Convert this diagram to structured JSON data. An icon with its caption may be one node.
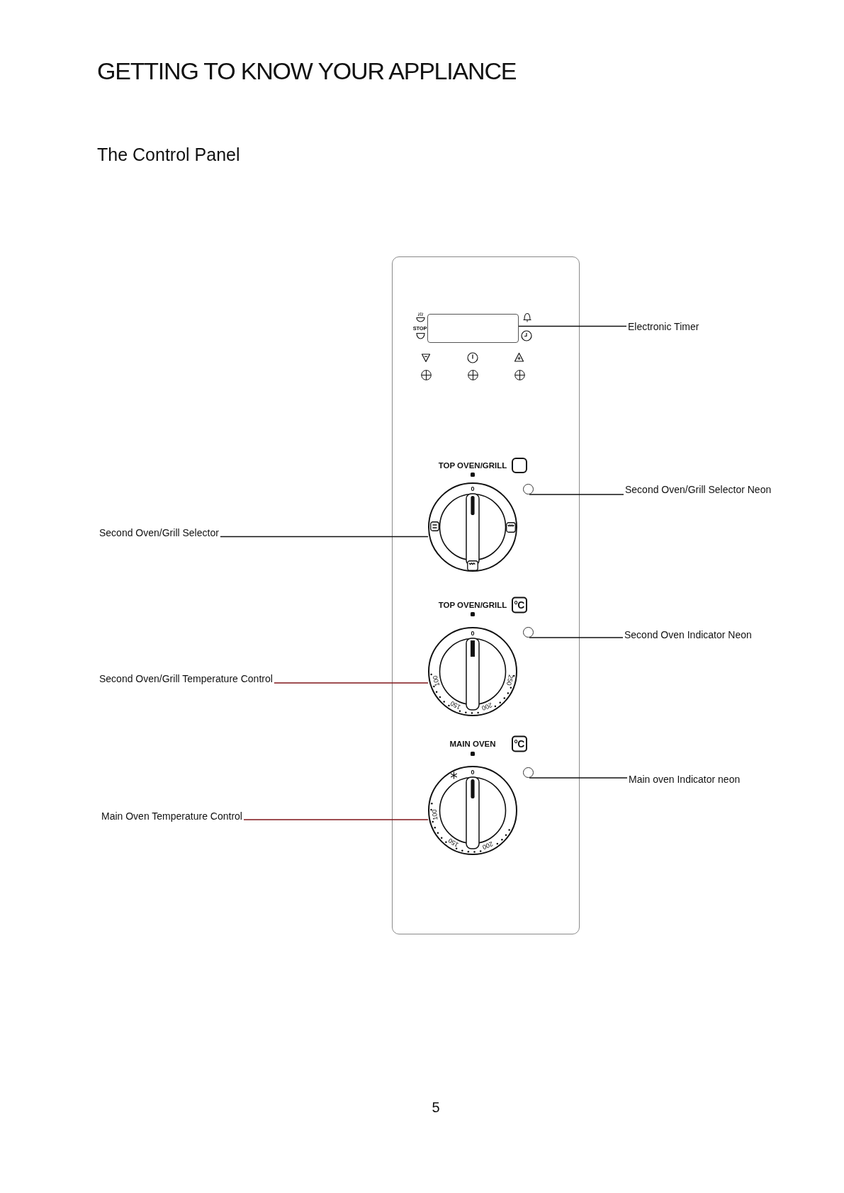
{
  "diagram": {
    "title": "GETTING TO KNOW YOUR APPLIANCE",
    "nodes": [
      {
        "text": [
          "Electronic Timer"
        ]
      },
      {
        "text": [],
        "shape": "box"
      },
      {
        "text": [
          "Second Oven/Grill Selector Neon"
        ]
      },
      {
        "text": [],
        "shape": "circle"
      },
      {
        "text": [
          "Second Oven/Grill Selector"
        ]
      },
      {
        "text": [],
        "shape": "circle"
      },
      {
        "text": [
          "Second Oven Indicator Neon"
        ]
      },
      {
        "text": [],
        "shape": "circle"
      },
      {
        "text": [
          "Second Oven/Grill Temperature Control"
        ]
      },
      {
        "text": [],
        "shape": "circle"
      },
      {
        "text": [
          "Main oven Indicator neon"
        ]
      },
      {
        "text": [],
        "shape": "circle"
      },
      {
        "text": [
          "Main Oven Temperature Control"
        ]
      },
      {
        "text": [],
        "shape": "circle"
      }
    ],
    "edges": [
      {
        "from": 0,
        "to": 1,
        "arrow": "none"
      },
      {
        "from": 2,
        "to": 3,
        "arrow": "none"
      },
      {
        "from": 4,
        "to": 5,
        "arrow": "none"
      },
      {
        "from": 6,
        "to": 7,
        "arrow": "none"
      },
      {
        "from": 8,
        "to": 9,
        "arrow": "none",
        "color": "#7f1418"
      },
      {
        "from": 10,
        "to": 11,
        "arrow": "none"
      },
      {
        "from": 12,
        "to": 13,
        "arrow": "none",
        "color": "#7f1418"
      }
    ],
    "labels": [
      "The Control Panel",
      "STOP",
      "TOP OVEN/GRILL",
      "0",
      "TOP OVEN/GRILL",
      "°C",
      "0",
      "100",
      "250",
      "150",
      "200",
      "MAIN OVEN",
      "°C",
      "0",
      "100",
      "150",
      "200",
      "5"
    ]
  }
}
